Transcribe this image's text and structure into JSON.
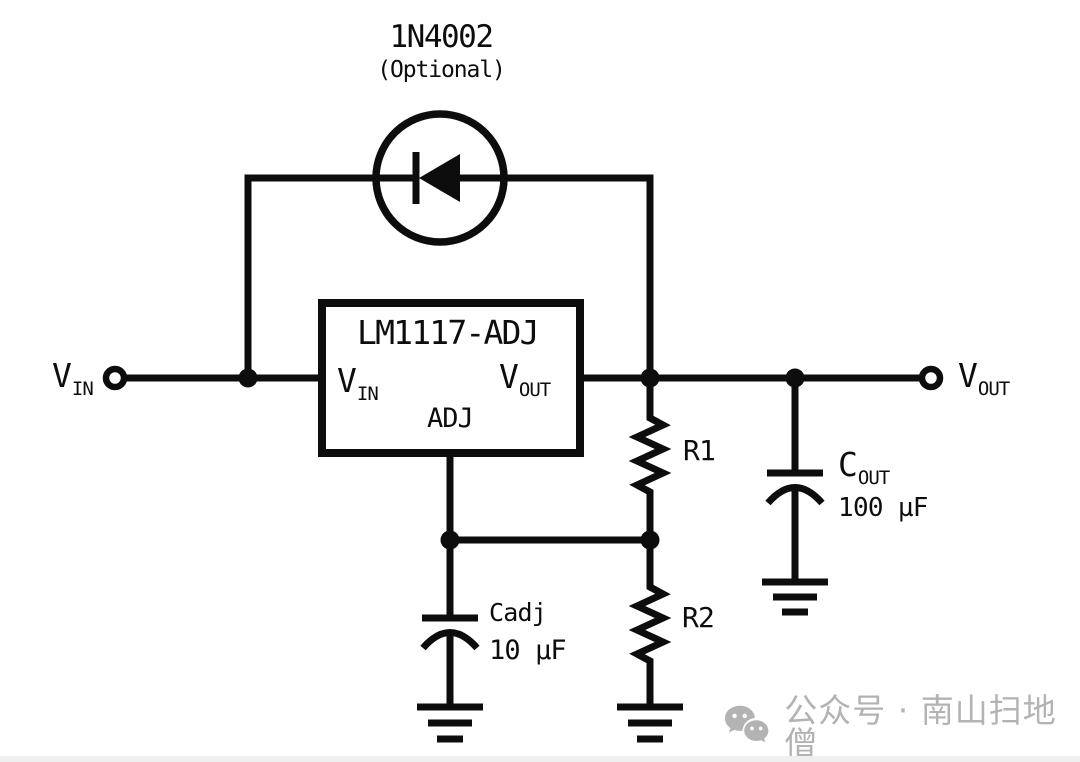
{
  "colors": {
    "line": "#0d0d0d",
    "background": "#ffffff",
    "watermark": "#b3b3b3"
  },
  "diode_note": {
    "part": "1N4002",
    "qualifier": "(Optional)"
  },
  "input_terminal": {
    "main": "V",
    "sub": "IN"
  },
  "output_terminal": {
    "main": "V",
    "sub": "OUT"
  },
  "regulator": {
    "name": "LM1117-ADJ",
    "pin_in": {
      "main": "V",
      "sub": "IN"
    },
    "pin_out": {
      "main": "V",
      "sub": "OUT"
    },
    "pin_adj": "ADJ"
  },
  "resistors": {
    "r1": "R1",
    "r2": "R2"
  },
  "capacitors": {
    "cadj": {
      "name": "Cadj",
      "value": "10 µF"
    },
    "cout": {
      "main": "C",
      "sub": "OUT",
      "value": "100 µF"
    }
  },
  "watermark": {
    "icon": "wechat-icon",
    "text": "公众号 · 南山扫地僧"
  }
}
